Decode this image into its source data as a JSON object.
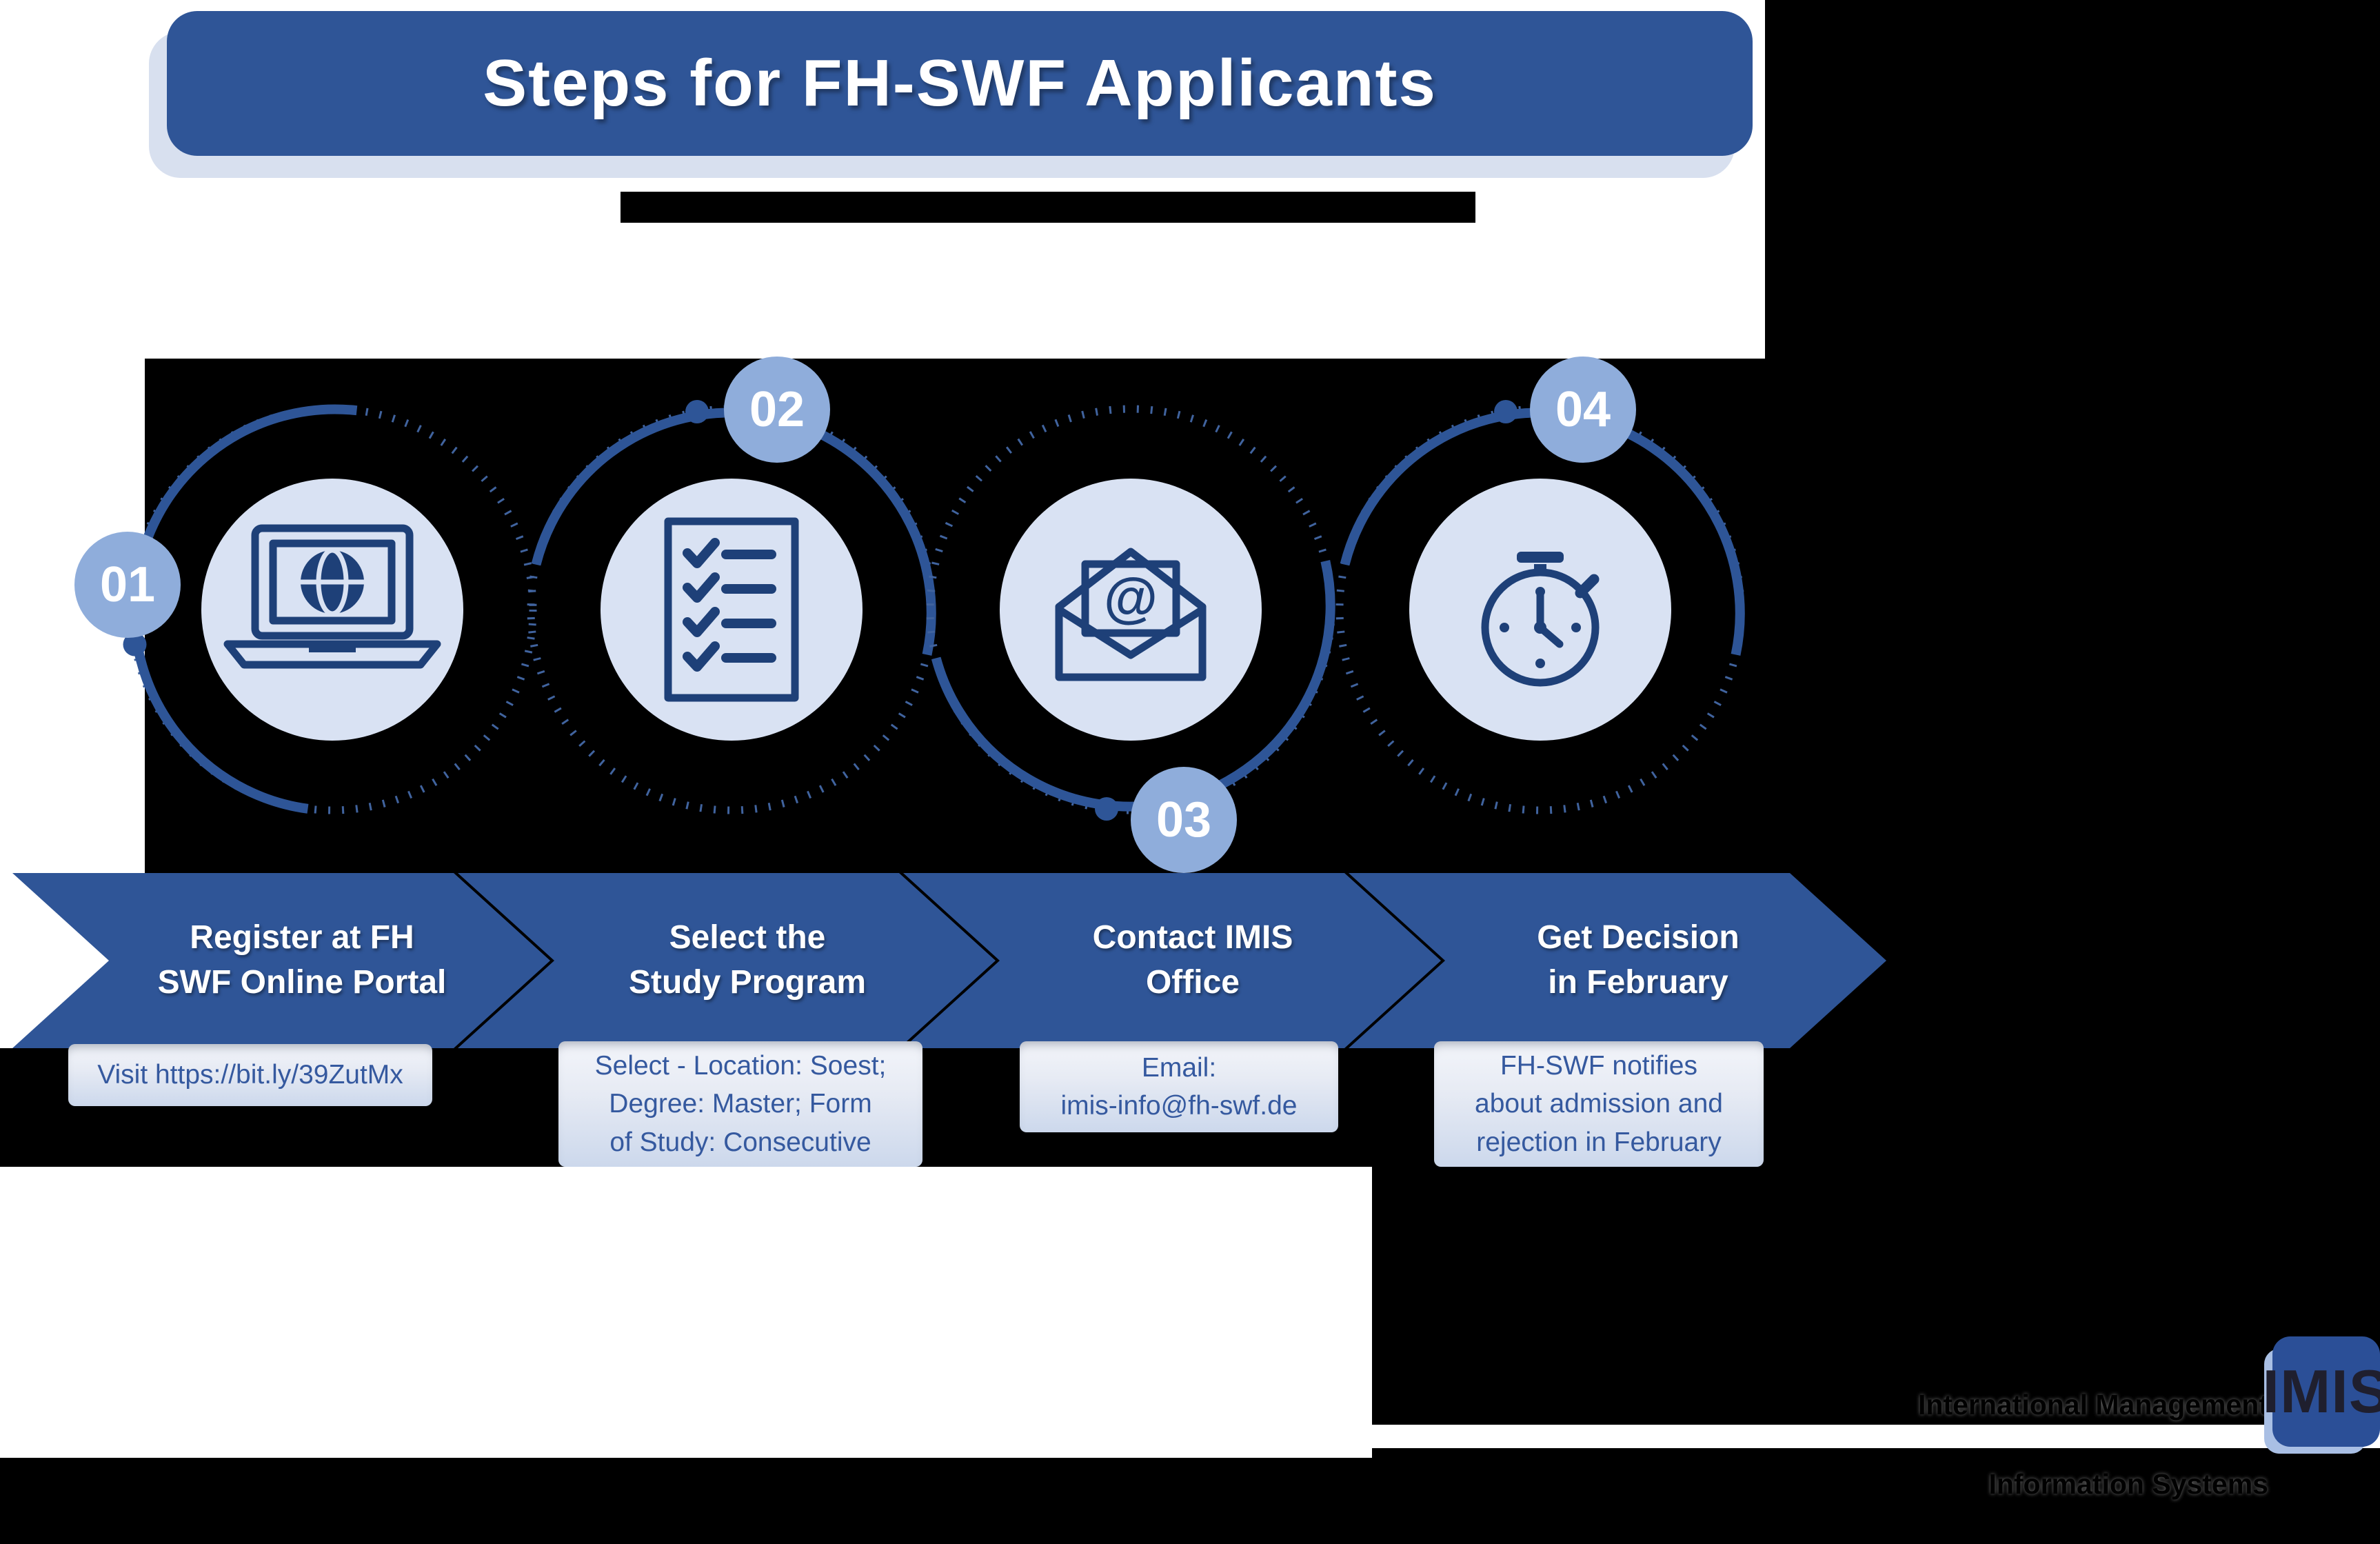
{
  "title": "Steps for FH-SWF Applicants",
  "colors": {
    "accent_blue": "#2f5597",
    "badge_blue": "#8faddb",
    "light_circle": "#d9e2f3",
    "icon_stroke": "#1e4078",
    "note_text": "#35599f"
  },
  "steps": [
    {
      "number": "01",
      "icon": "laptop-globe-icon",
      "title_lines": [
        "Register at FH",
        "SWF Online Portal"
      ],
      "note_lines": [
        "Visit https://bit.ly/39ZutMx"
      ]
    },
    {
      "number": "02",
      "icon": "checklist-icon",
      "title_lines": [
        "Select the",
        "Study Program"
      ],
      "note_lines": [
        "Select - Location: Soest;",
        "Degree: Master; Form",
        "of Study: Consecutive"
      ]
    },
    {
      "number": "03",
      "icon": "email-at-icon",
      "title_lines": [
        "Contact IMIS",
        "Office"
      ],
      "note_lines": [
        "Email:",
        "imis-info@fh-swf.de"
      ]
    },
    {
      "number": "04",
      "icon": "stopwatch-icon",
      "title_lines": [
        "Get Decision",
        "in February"
      ],
      "note_lines": [
        "FH-SWF notifies",
        "about admission and",
        "rejection in February"
      ]
    }
  ],
  "icons": {
    "at_glyph": "@"
  },
  "logo": {
    "line1": "International Management",
    "line2": "Information Systems",
    "badge_text": "IMIS"
  }
}
